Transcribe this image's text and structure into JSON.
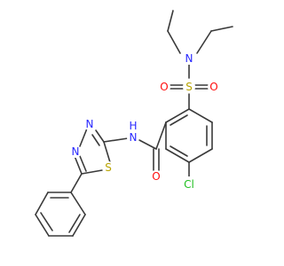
{
  "colors": {
    "bond": "#3a3a3a",
    "carbon": "#3a3a3a",
    "nitrogen": "#2a2aff",
    "oxygen": "#ff0d0d",
    "sulfur": "#b8a400",
    "chlorine": "#1fbf1f",
    "background": "#ffffff"
  },
  "atom_labels": {
    "N_sulfonamide": "N",
    "S_sulfonyl": "S",
    "O_sulfonyl_left": "O",
    "O_sulfonyl_right": "O",
    "N_amide": "N",
    "H_amide": "H",
    "O_carbonyl": "O",
    "Cl": "Cl",
    "N_ring_top": "N",
    "N_ring_left": "N",
    "S_ring": "S"
  }
}
